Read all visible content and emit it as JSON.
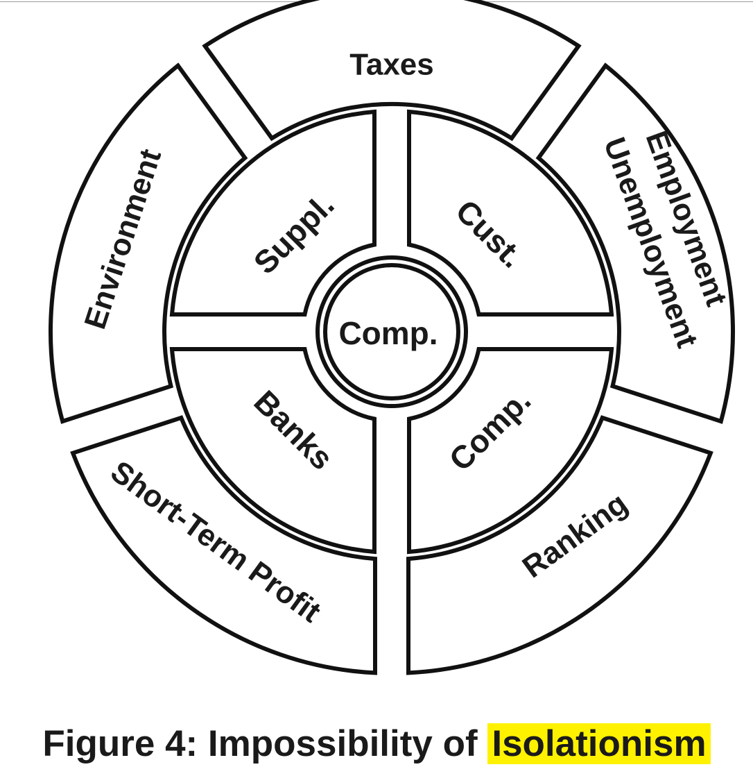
{
  "diagram": {
    "center": {
      "label": "Comp."
    },
    "inner_ring": [
      {
        "id": "suppl",
        "label": "Suppl."
      },
      {
        "id": "cust",
        "label": "Cust."
      },
      {
        "id": "comp",
        "label": "Comp."
      },
      {
        "id": "banks",
        "label": "Banks"
      }
    ],
    "outer_ring": [
      {
        "id": "taxes",
        "lines": [
          "Taxes"
        ]
      },
      {
        "id": "employment",
        "lines": [
          "Employment",
          "Unemployment"
        ]
      },
      {
        "id": "ranking",
        "lines": [
          "Ranking"
        ]
      },
      {
        "id": "short-term-profit",
        "lines": [
          "Short-Term Profit"
        ]
      },
      {
        "id": "environment",
        "lines": [
          "Environment"
        ]
      }
    ]
  },
  "caption": {
    "prefix": "Figure 4: Impossibility of ",
    "highlight": "Isolationism"
  },
  "colors": {
    "stroke": "#111111",
    "text": "#1a1a1a",
    "highlight": "#fff200",
    "background": "#ffffff"
  }
}
